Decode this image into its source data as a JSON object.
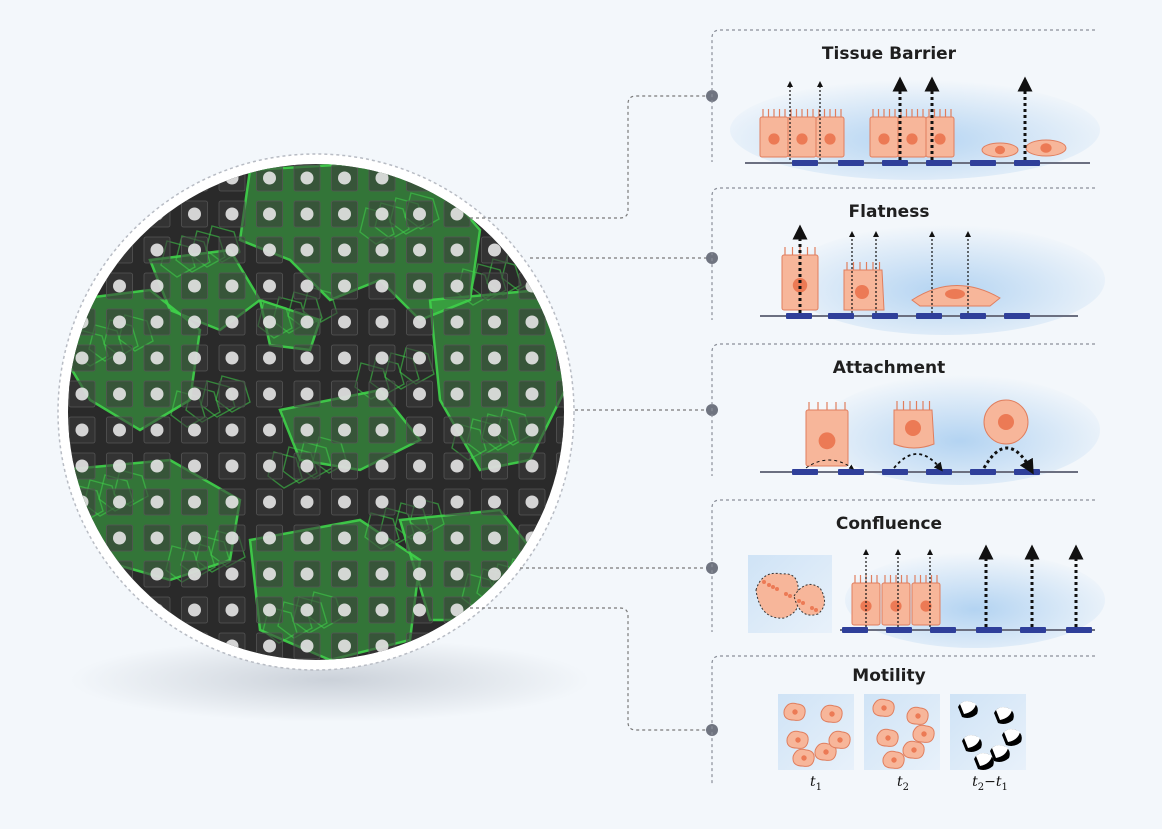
{
  "panels": [
    {
      "key": "tissue_barrier",
      "title": "Tissue Barrier"
    },
    {
      "key": "flatness",
      "title": "Flatness"
    },
    {
      "key": "attachment",
      "title": "Attachment"
    },
    {
      "key": "confluence",
      "title": "Confluence"
    },
    {
      "key": "motility",
      "title": "Motility"
    }
  ],
  "motility_labels": {
    "t1": {
      "var": "t",
      "sub": "1"
    },
    "t2": {
      "var": "t",
      "sub": "2"
    },
    "diff": {
      "a": "t",
      "a_sub": "2",
      "op": "−",
      "b": "t",
      "b_sub": "1"
    }
  },
  "colors": {
    "background": "#f3f7fb",
    "cell_fill": "#f7b69a",
    "cell_stroke": "#e07e5e",
    "nucleus": "#ec7a55",
    "electrode": "#2f3f9a",
    "substrate": "#6b6f80",
    "field_glow": "#a8cdf0",
    "fluorescence": "#3fd14a",
    "micrograph_bg": "#2a2a2a",
    "connector": "#7a7a7a"
  }
}
